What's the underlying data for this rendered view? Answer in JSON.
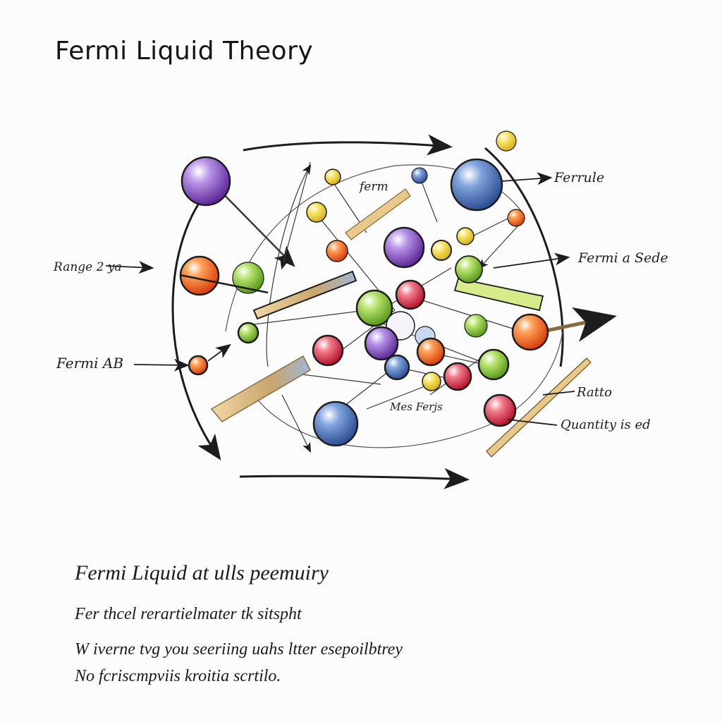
{
  "title": "Fermi Liquid Theory",
  "labels": {
    "top_right": "Ferrule",
    "center_top": "ferm",
    "left_upper": "Range 2 ya",
    "right_upper": "Fermi a Sede",
    "left_lower": "Fermi AB",
    "right_lower": "Ratto",
    "bottom_center": "Mes Ferjs",
    "bottom_right": "Quantity is ed"
  },
  "notes": {
    "heading": "Fermi Liquid at ulls peemuiry",
    "line1": "Fer thcel rerartielmater tk sitspht",
    "line2": "W iverne tvg you seeriing uahs ltter esepoilbtrey",
    "line3": "No fcriscmpviis kroitia scrtilo."
  },
  "colors": {
    "ink": "#1d1d1d",
    "purple": "#8a4fc4",
    "blue": "#4a6fb5",
    "orange": "#f06a1c",
    "green": "#8cc63f",
    "yellow": "#f2d22e",
    "red": "#e0344a",
    "tan": "#c9a66b"
  }
}
